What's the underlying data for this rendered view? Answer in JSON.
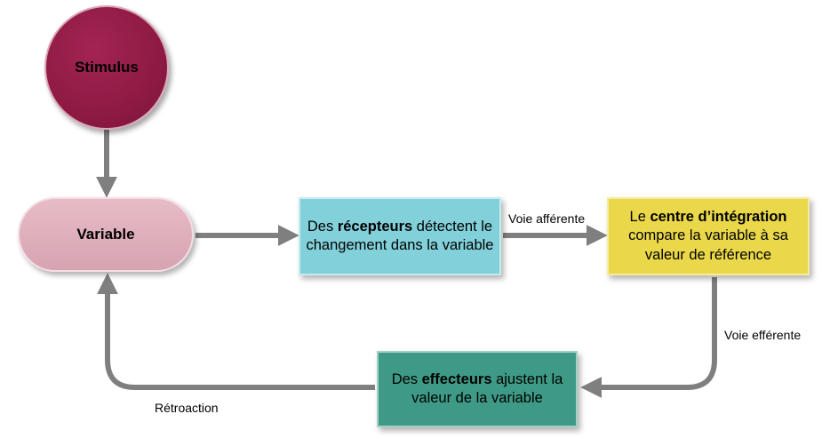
{
  "nodes": {
    "stimulus": {
      "label": "Stimulus"
    },
    "variable": {
      "label": "Variable"
    },
    "recepteurs": {
      "pre": "Des ",
      "bold": "récepteurs",
      "post": " détectent le changement dans la variable"
    },
    "centre": {
      "pre": "Le ",
      "bold": "centre d’intégration",
      "post": " compare la variable à sa valeur de référence"
    },
    "effecteurs": {
      "pre": "Des ",
      "bold": "effecteurs",
      "post": " ajustent la valeur de la variable"
    }
  },
  "edges": {
    "afferente": "Voie afférente",
    "efferente": "Voie efférente",
    "retroaction": "Rétroaction"
  },
  "colors": {
    "stimulus": "#8e1a44",
    "variable": "#d7a3b1",
    "recepteurs": "#82d0da",
    "centre": "#ead84a",
    "effecteurs": "#3e9a86",
    "arrow": "#7f7f7f"
  }
}
